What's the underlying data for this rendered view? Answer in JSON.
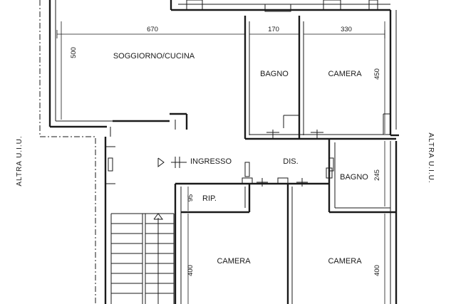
{
  "rooms": {
    "soggiorno": "SOGGIORNO/CUCINA",
    "bagno_top": "BAGNO",
    "camera_top": "CAMERA",
    "ingresso": "INGRESSO",
    "dis": "DIS.",
    "bagno_right": "BAGNO",
    "rip": "RIP.",
    "camera_bottom_left": "CAMERA",
    "camera_bottom_right": "CAMERA"
  },
  "dimensions": {
    "soggiorno_width": "670",
    "soggiorno_depth": "500",
    "bagno_width": "170",
    "camera_top_width": "330",
    "camera_top_depth": "450",
    "bagno_right_depth": "245",
    "rip_depth": "95",
    "camera_bottom_left_depth": "400",
    "camera_bottom_right_depth": "400"
  },
  "side_labels": {
    "left": "ALTRA U.I.U.",
    "right": "ALTRA U.I.U."
  }
}
